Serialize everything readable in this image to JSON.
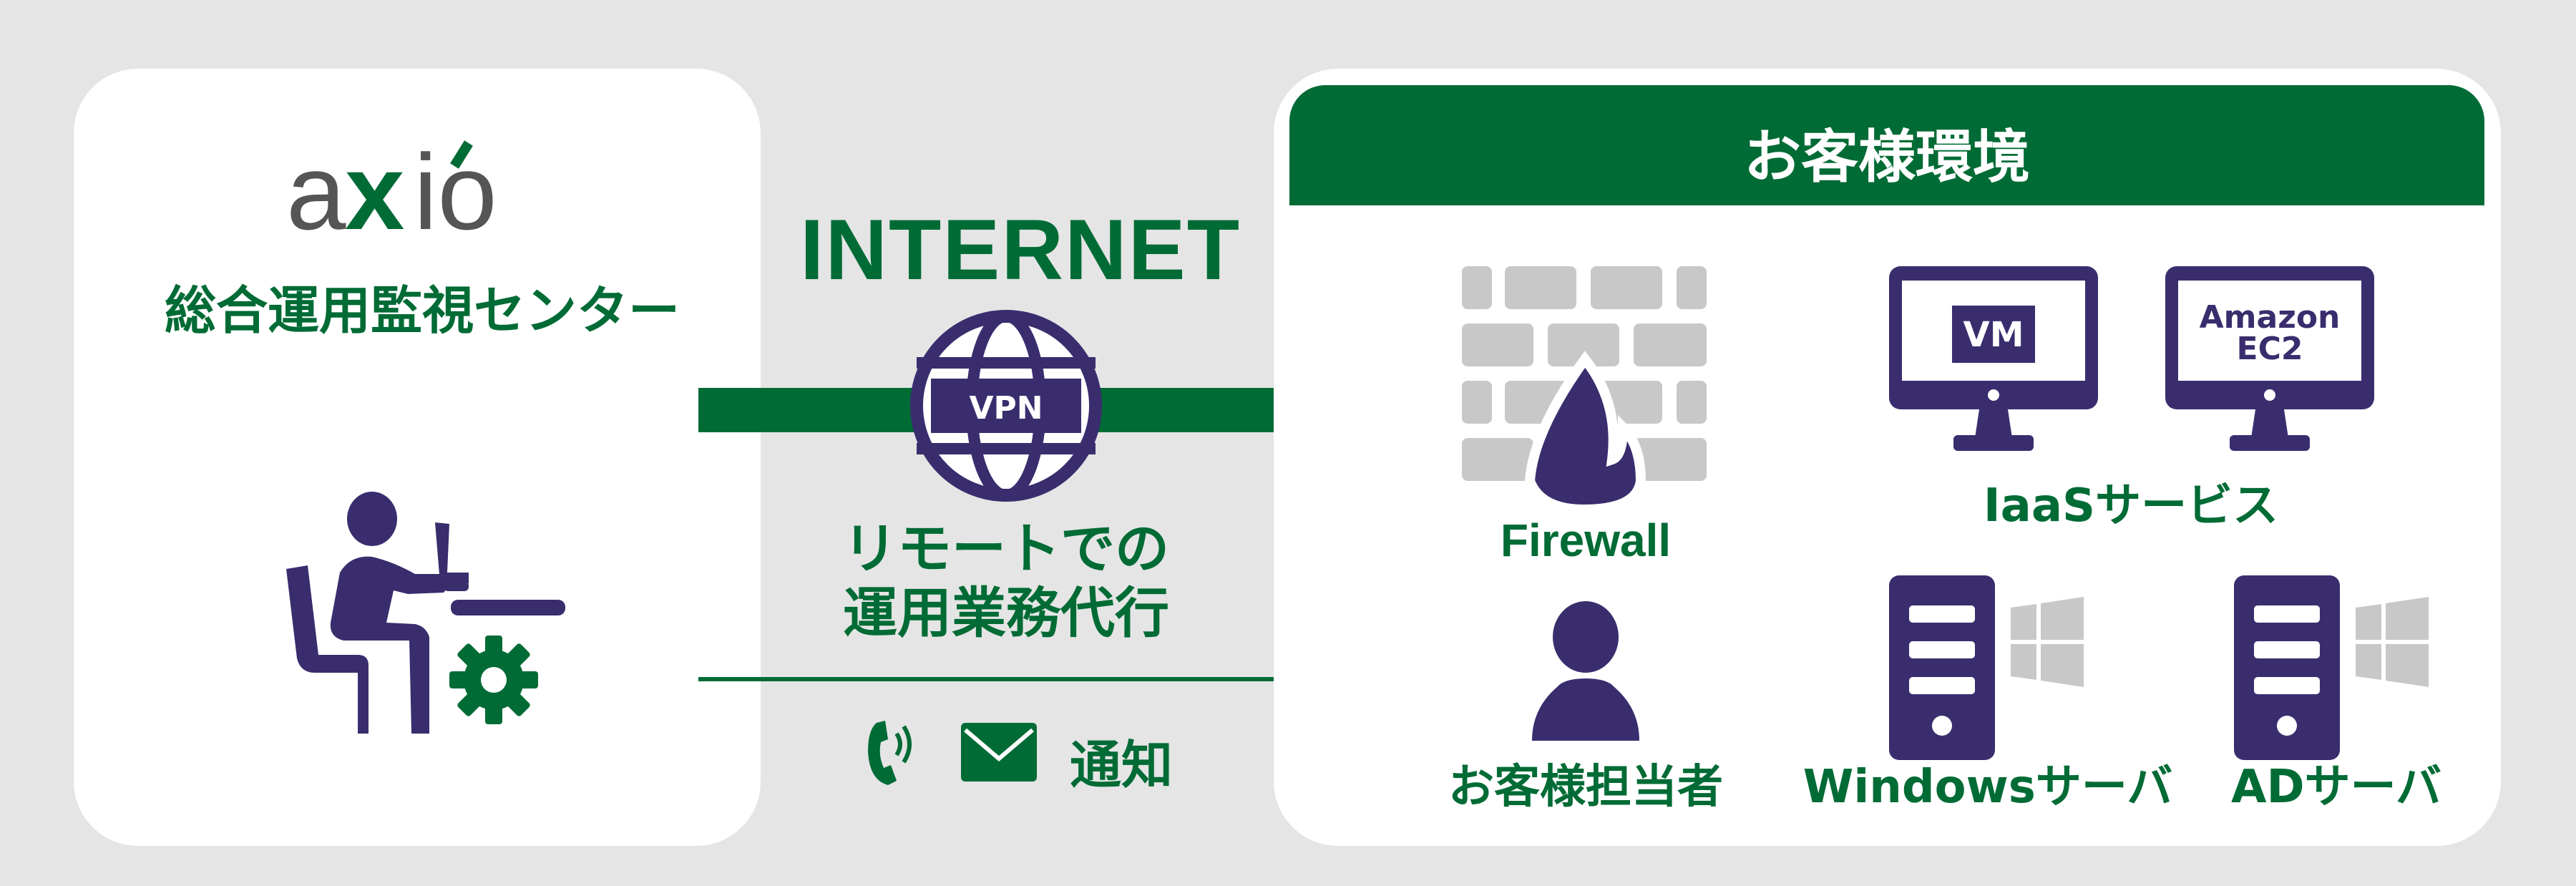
{
  "left_panel": {
    "logo_text": "axio",
    "title": "総合運用監視センター",
    "icon": "operator-at-desk-with-gear-icon"
  },
  "middle": {
    "internet_label": "INTERNET",
    "vpn_label": "VPN",
    "remote_ops_line1": "リモートでの",
    "remote_ops_line2": "運用業務代行",
    "notify_label": "通知",
    "icons": [
      "phone-icon",
      "mail-icon",
      "globe-icon"
    ]
  },
  "right_panel": {
    "header": "お客様環境",
    "firewall_label": "Firewall",
    "vm_label": "VM",
    "ec2_line1": "Amazon",
    "ec2_line2": "EC2",
    "iaas_label": "IaaSサービス",
    "contact_label": "お客様担当者",
    "windows_server_label": "Windowsサーバ",
    "ad_server_label": "ADサーバ"
  },
  "colors": {
    "green": "#006b35",
    "purple": "#3a2d6e",
    "gray": "#c8c8c8",
    "background": "#e5e5e5"
  }
}
